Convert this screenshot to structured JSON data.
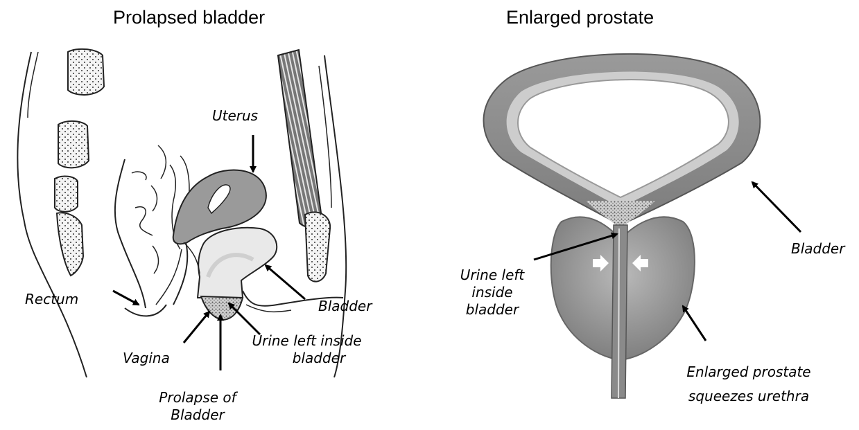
{
  "left_panel": {
    "title": "Prolapsed bladder",
    "labels": {
      "uterus": "Uterus",
      "rectum": "Rectum",
      "bladder": "Bladder",
      "vagina": "Vagina",
      "urine_line1": "Urine left inside",
      "urine_line2": "bladder",
      "prolapse_line1": "Prolapse of",
      "prolapse_line2": "Bladder"
    }
  },
  "right_panel": {
    "title": "Enlarged prostate",
    "labels": {
      "bladder": "Bladder",
      "urine_line1": "Urine left",
      "urine_line2": "inside",
      "urine_line3": "bladder",
      "prostate_line1": "Enlarged prostate",
      "prostate_line2": "squeezes urethra"
    }
  },
  "colors": {
    "outline": "#222222",
    "uterus_fill": "#9a9a9a",
    "bladder_fill_left": "#e9e9e9",
    "bladder_wall": "#8f8f8f",
    "prostate_fill": "#9c9c9c",
    "arrow": "#000000"
  }
}
